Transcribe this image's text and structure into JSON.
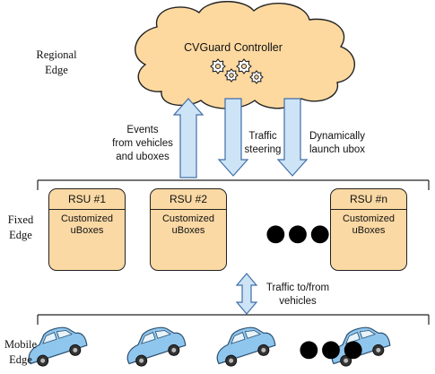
{
  "tiers": {
    "regional_line1": "Regional",
    "regional_line2": "Edge",
    "fixed_line1": "Fixed",
    "fixed_line2": "Edge",
    "mobile_line1": "Mobile",
    "mobile_line2": "Edge"
  },
  "controller": {
    "title": "CVGuard Controller",
    "icon": "gears-icon"
  },
  "arrows": {
    "events_line1": "Events",
    "events_line2": "from vehicles",
    "events_line3": "and uboxes",
    "traffic_line1": "Traffic",
    "traffic_line2": "steering",
    "launch_line1": "Dynamically",
    "launch_line2": "launch ubox",
    "vehicle_traffic_line1": "Traffic to/from",
    "vehicle_traffic_line2": "vehicles"
  },
  "rsus": [
    {
      "title": "RSU #1",
      "sub1": "Customized",
      "sub2": "uBoxes"
    },
    {
      "title": "RSU #2",
      "sub1": "Customized",
      "sub2": "uBoxes"
    },
    {
      "title": "RSU #n",
      "sub1": "Customized",
      "sub2": "uBoxes"
    }
  ],
  "ellipsis": "●●●",
  "vehicles_count": 4,
  "colors": {
    "cloud_fill": "#fdd9a0",
    "rsu_fill": "#fbd9a4",
    "arrow_fill": "#cde3f6",
    "arrow_stroke": "#3f6fa6",
    "car_fill": "#8fc6ee",
    "check_green": "#3cb043",
    "cross_red": "#d9363e",
    "firewall_red": "#c8262c"
  }
}
